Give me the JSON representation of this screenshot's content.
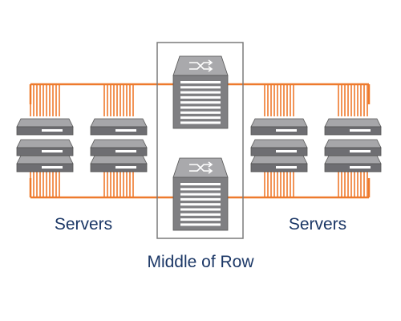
{
  "labels": {
    "servers_left": "Servers",
    "servers_right": "Servers",
    "middle_of_row": "Middle of Row"
  },
  "colors": {
    "cable": "#ee7a2d",
    "label_text": "#1b3766",
    "enclosure_border": "#7a7a7a",
    "switch_face": "#7f7f82",
    "switch_top": "#a9a9ac",
    "server_top": "#a6a6a9",
    "server_front": "#6e6e72"
  },
  "icons": {
    "switch_symbol": "crossed-arrows-switch-icon"
  }
}
